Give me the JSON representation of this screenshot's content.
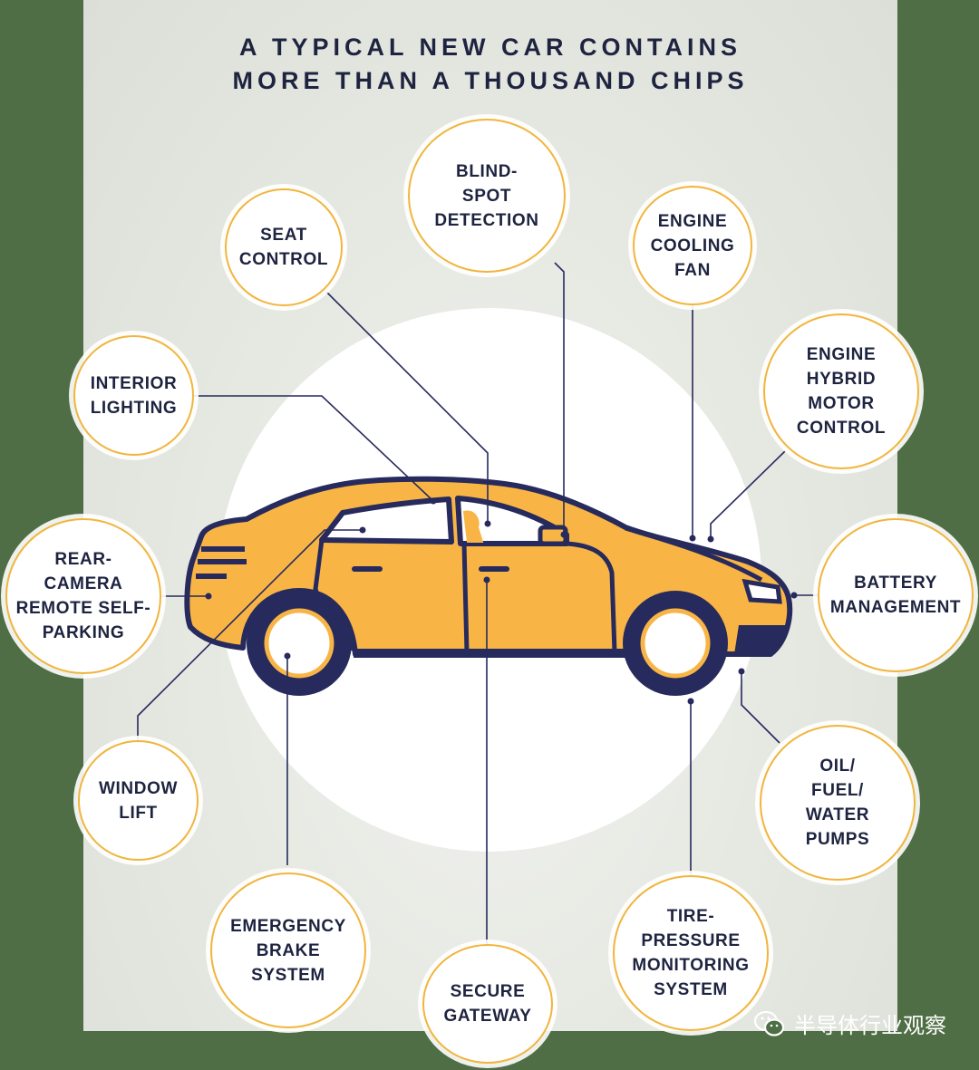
{
  "title": {
    "line1": "A TYPICAL NEW CAR CONTAINS",
    "line2": "MORE THAN A THOUSAND CHIPS"
  },
  "labels": {
    "blind_spot": "BLIND-\nSPOT\nDETECTION",
    "seat_control": "SEAT\nCONTROL",
    "engine_cooling": "ENGINE\nCOOLING\nFAN",
    "interior_lighting": "INTERIOR\nLIGHTING",
    "engine_hybrid": "ENGINE\nHYBRID\nMOTOR\nCONTROL",
    "rear_camera": "REAR-\nCAMERA\nREMOTE SELF-\nPARKING",
    "battery": "BATTERY\nMANAGEMENT",
    "window_lift": "WINDOW\nLIFT",
    "oil_fuel": "OIL/\nFUEL/\nWATER\nPUMPS",
    "emergency_brake": "EMERGENCY\nBRAKE\nSYSTEM",
    "tire_pressure": "TIRE-\nPRESSURE\nMONITORING\nSYSTEM",
    "secure_gateway": "SECURE\nGATEWAY"
  },
  "watermark": {
    "icon": "wechat-icon",
    "text": "半导体行业观察"
  },
  "colors": {
    "car_body": "#f8b545",
    "car_outline": "#262a5c",
    "bubble_border": "#f1b53d",
    "text": "#1e2440",
    "frame": "#4f6e45"
  }
}
